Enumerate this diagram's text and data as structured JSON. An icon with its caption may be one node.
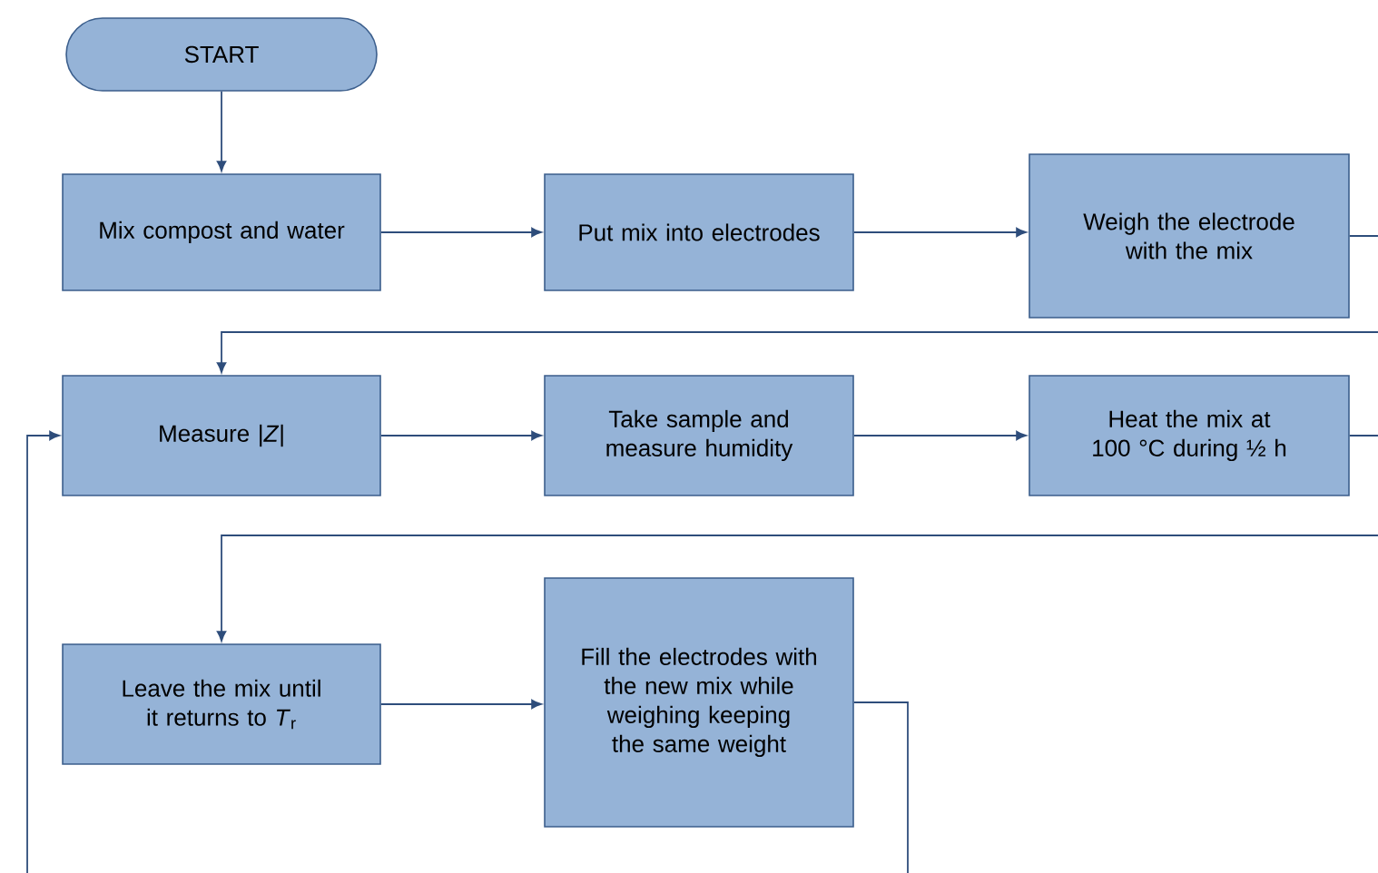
{
  "diagram": {
    "nodes": [
      {
        "text": [
          "START"
        ]
      },
      {
        "text": [
          "Mix compost and water"
        ]
      },
      {
        "text": [
          "Put mix into electrodes"
        ]
      },
      {
        "text": [
          "Weigh the electrode with the mix"
        ]
      },
      {
        "text": [
          "Measure |*Z*|"
        ]
      },
      {
        "text": [
          "Take sample and measure humidity"
        ]
      },
      {
        "text": [
          "Heat the mix at 100 °C during ½  h"
        ]
      },
      {
        "text": [
          "Leave the mix until it returns to *T*$_{r}$"
        ]
      },
      {
        "text": [
          "Fill the electrodes with the new mix while weighing keeping the same weight"
        ]
      }
    ],
    "edges": [
      {
        "from": 0,
        "to": 1,
        "arrow": "to"
      },
      {
        "from": 1,
        "to": 2,
        "arrow": "to"
      },
      {
        "from": 2,
        "to": 3,
        "arrow": "to"
      },
      {
        "from": 3,
        "to": 4,
        "arrow": "to"
      },
      {
        "from": 4,
        "to": 5,
        "arrow": "to"
      },
      {
        "from": 5,
        "to": 6,
        "arrow": "to"
      },
      {
        "from": 6,
        "to": 7,
        "arrow": "to"
      },
      {
        "from": 7,
        "to": 8,
        "arrow": "to"
      },
      {
        "from": 8,
        "to": null,
        "arrow": "none"
      },
      {
        "from": null,
        "to": 4,
        "arrow": "to"
      }
    ]
  }
}
